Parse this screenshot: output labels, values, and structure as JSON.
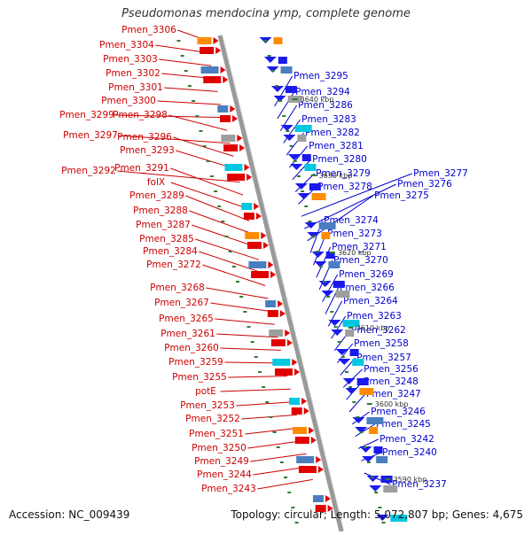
{
  "title": "Pseudomonas mendocina ymp, complete genome",
  "accession": "Accession: NC_009439",
  "topology": "Topology: circular; Length: 5,072,807 bp; Genes: 4,675",
  "colors": {
    "left_label": "#cc0000",
    "right_label": "#0000cc",
    "backbone": "#999999",
    "tick": "#2e7d32"
  },
  "ticks": [
    "3640 kbp",
    "3630 kbp",
    "3620 kbp",
    "3610 kbp",
    "3600 kbp",
    "3590 kbp"
  ],
  "left_genes": [
    "Pmen_3306",
    "Pmen_3304",
    "Pmen_3303",
    "Pmen_3302",
    "Pmen_3301",
    "Pmen_3300",
    "Pmen_3299",
    "Pmen_3298",
    "Pmen_3297",
    "Pmen_3296",
    "Pmen_3293",
    "Pmen_3292",
    "Pmen_3291",
    "folX",
    "Pmen_3289",
    "Pmen_3288",
    "Pmen_3287",
    "Pmen_3285",
    "Pmen_3284",
    "Pmen_3272",
    "Pmen_3268",
    "Pmen_3267",
    "Pmen_3265",
    "Pmen_3261",
    "Pmen_3260",
    "Pmen_3259",
    "Pmen_3255",
    "potE",
    "Pmen_3253",
    "Pmen_3252",
    "Pmen_3251",
    "Pmen_3250",
    "Pmen_3249",
    "Pmen_3244",
    "Pmen_3243"
  ],
  "right_genes": [
    "Pmen_3295",
    "Pmen_3294",
    "Pmen_3286",
    "Pmen_3283",
    "Pmen_3282",
    "Pmen_3281",
    "Pmen_3280",
    "Pmen_3279",
    "Pmen_3278",
    "Pmen_3277",
    "Pmen_3276",
    "Pmen_3275",
    "Pmen_3274",
    "Pmen_3273",
    "Pmen_3271",
    "Pmen_3270",
    "Pmen_3269",
    "Pmen_3266",
    "Pmen_3264",
    "Pmen_3263",
    "Pmen_3262",
    "Pmen_3258",
    "Pmen_3257",
    "Pmen_3256",
    "Pmen_3248",
    "Pmen_3247",
    "Pmen_3246",
    "Pmen_3245",
    "Pmen_3242",
    "Pmen_3240",
    "Pmen_3237"
  ]
}
